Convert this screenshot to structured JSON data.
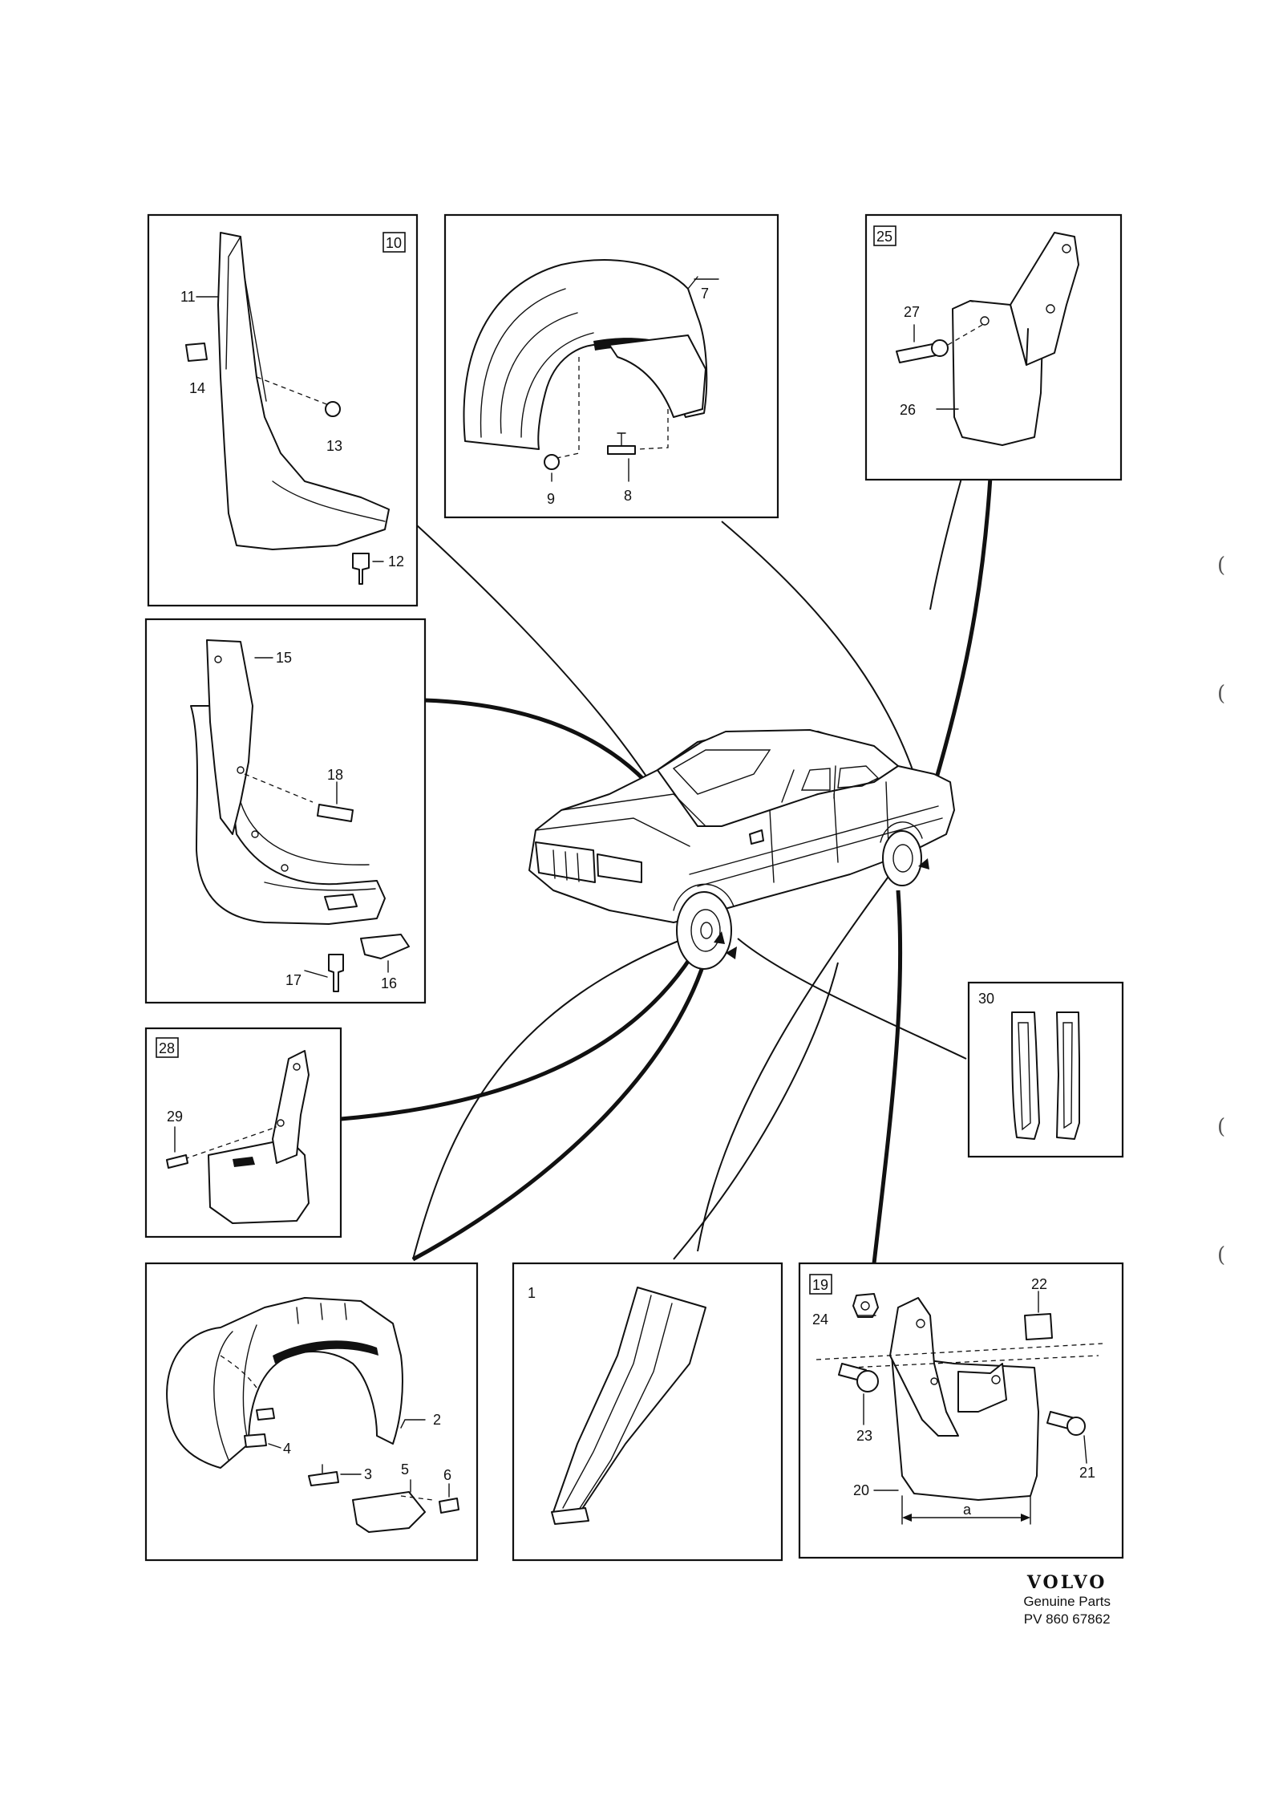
{
  "diagram": {
    "panels": [
      {
        "id": "panel-10",
        "badge": "10",
        "callouts": [
          "11",
          "14",
          "13",
          "12"
        ]
      },
      {
        "id": "panel-7",
        "callouts": [
          "7",
          "9",
          "8"
        ]
      },
      {
        "id": "panel-25",
        "badge": "25",
        "callouts": [
          "27",
          "26"
        ]
      },
      {
        "id": "panel-15",
        "callouts": [
          "15",
          "18",
          "17",
          "16"
        ]
      },
      {
        "id": "panel-28",
        "badge": "28",
        "callouts": [
          "29"
        ]
      },
      {
        "id": "panel-30",
        "label": "30"
      },
      {
        "id": "panel-2",
        "callouts": [
          "2",
          "4",
          "3",
          "5",
          "6"
        ]
      },
      {
        "id": "panel-1",
        "label": "1"
      },
      {
        "id": "panel-19",
        "badge": "19",
        "callouts": [
          "24",
          "22",
          "23",
          "21",
          "20",
          "a"
        ]
      }
    ]
  },
  "footer": {
    "brand": "VOLVO",
    "subtitle": "Genuine Parts",
    "code": "PV 860 67862"
  },
  "margin_marks": [
    "(",
    "(",
    "(",
    "("
  ]
}
